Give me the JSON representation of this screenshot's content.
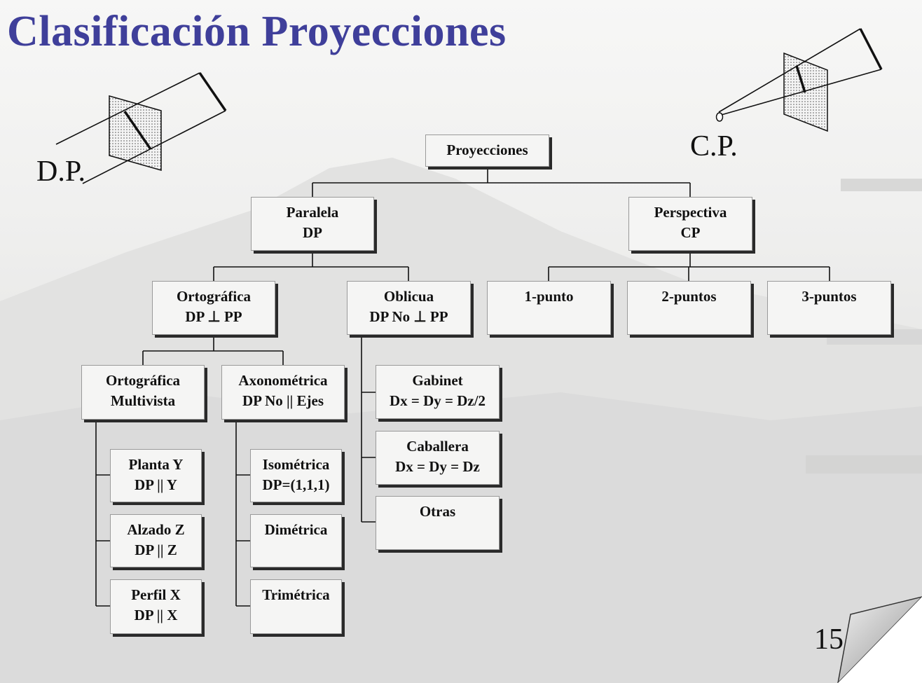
{
  "title": "Clasificación Proyecciones",
  "icons": {
    "dp": {
      "label": "D.P.",
      "name": "parallel-projection-icon"
    },
    "cp": {
      "label": "C.P.",
      "name": "perspective-projection-icon"
    }
  },
  "tree": {
    "root": {
      "line1": "Proyecciones"
    },
    "paralela": {
      "line1": "Paralela",
      "line2": "DP"
    },
    "perspectiva": {
      "line1": "Perspectiva",
      "line2": "CP"
    },
    "ortografica": {
      "line1": "Ortográfica",
      "line2": "DP ⊥ PP"
    },
    "oblicua": {
      "line1": "Oblicua",
      "line2": "DP No ⊥ PP"
    },
    "punto1": {
      "line1": "1-punto"
    },
    "punto2": {
      "line1": "2-puntos"
    },
    "punto3": {
      "line1": "3-puntos"
    },
    "multivista": {
      "line1": "Ortográfica",
      "line2": "Multivista"
    },
    "axonometrica": {
      "line1": "Axonométrica",
      "line2": "DP No || Ejes"
    },
    "planta": {
      "line1": "Planta Y",
      "line2": "DP || Y"
    },
    "alzado": {
      "line1": "Alzado Z",
      "line2": "DP || Z"
    },
    "perfil": {
      "line1": "Perfil X",
      "line2": "DP || X"
    },
    "isometrica": {
      "line1": "Isométrica",
      "line2": "DP=(1,1,1)"
    },
    "dimetrica": {
      "line1": "Dimétrica"
    },
    "trimetrica": {
      "line1": "Trimétrica"
    },
    "gabinet": {
      "line1": "Gabinet",
      "line2": "Dx = Dy = Dz/2"
    },
    "caballera": {
      "line1": "Caballera",
      "line2": "Dx = Dy = Dz"
    },
    "otras": {
      "line1": "Otras"
    }
  },
  "page_number": "15",
  "colors": {
    "title": "#3f3f9a",
    "box_fill": "#f5f5f4",
    "box_shadow": "#2a2a2a",
    "line": "#111111"
  }
}
